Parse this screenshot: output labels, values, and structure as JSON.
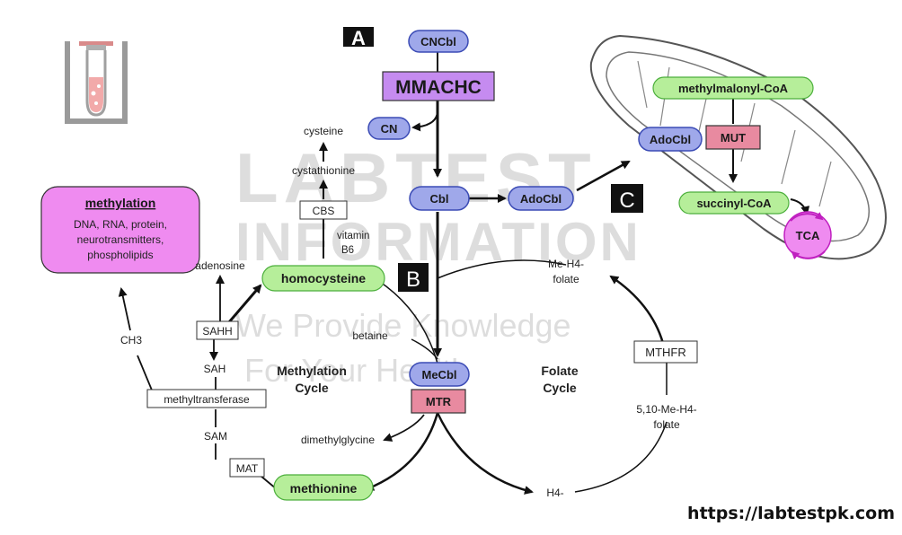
{
  "panels": {
    "a": "A",
    "b": "B",
    "c": "C"
  },
  "watermark": {
    "line1": "LABTEST",
    "line2": "INFORMATION",
    "line3": "We Provide Knowledge",
    "line4": "For Your Health"
  },
  "nodes": {
    "cncbl": "CNCbl",
    "mmachc": "MMACHC",
    "cn": "CN",
    "cbl": "Cbl",
    "adocbl_cyto": "AdoCbl",
    "methylmalonyl": "methylmalonyl-CoA",
    "adocbl_mito": "AdoCbl",
    "mut": "MUT",
    "succinyl": "succinyl-CoA",
    "tca": "TCA",
    "mecbl": "MeCbl",
    "mtr": "MTR",
    "homocysteine": "homocysteine",
    "methionine": "methionine"
  },
  "methylation": {
    "title": "methylation",
    "lines": [
      "DNA, RNA, protein,",
      "neurotransmitters,",
      "phospholipids"
    ]
  },
  "labels": {
    "cysteine": "cysteine",
    "cystathionine": "cystathionine",
    "cbs": "CBS",
    "vitamin": "vitamin",
    "b6": "B6",
    "adenosine": "adenosine",
    "sahh": "SAHH",
    "sah": "SAH",
    "ch3": "CH3",
    "methyltransferase": "methyltransferase",
    "sam": "SAM",
    "mat": "MAT",
    "betaine": "betaine",
    "dimethylglycine": "dimethylglycine",
    "methylation_cycle_1": "Methylation",
    "methylation_cycle_2": "Cycle",
    "folate_cycle_1": "Folate",
    "folate_cycle_2": "Cycle",
    "me_h4_1": "Me-H4-",
    "me_h4_2": "folate",
    "mthfr": "MTHFR",
    "me510_1": "5,10-Me-H4-",
    "me510_2": "folate",
    "h4": "H4-"
  },
  "colors": {
    "blue_fill": "#9fa8ea",
    "blue_stroke": "#3b4bb5",
    "purple_fill": "#c58bf0",
    "pink_fill": "#e88aa0",
    "green_fill": "#b6ee9a",
    "magenta_fill": "#ef8bf0",
    "magenta_stroke": "#c020c0"
  },
  "footer": {
    "url": "https://labtestpk.com"
  }
}
